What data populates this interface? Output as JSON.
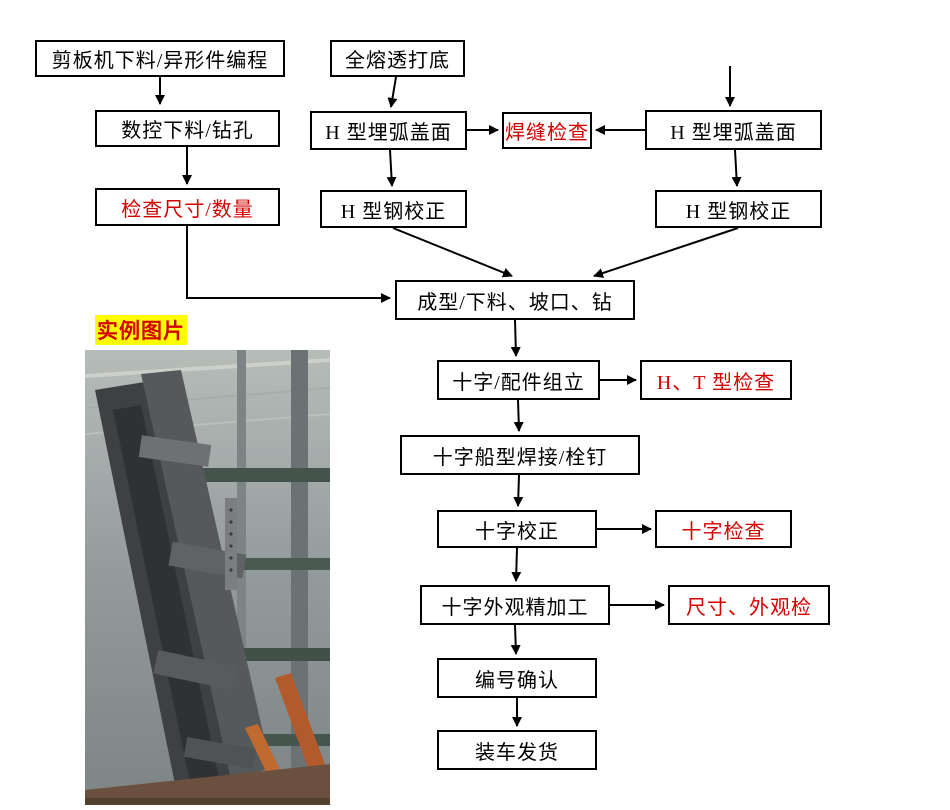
{
  "colors": {
    "process_text": "#000000",
    "inspection_text": "#d40000",
    "box_border": "#000000",
    "example_label_bg": "#ffff00",
    "example_label_text": "#d40000"
  },
  "example": {
    "label": "实例图片"
  },
  "nodes": {
    "shear": {
      "label": "剪板机下料/异形件编程",
      "type": "process"
    },
    "cnc": {
      "label": "数控下料/钻孔",
      "type": "process"
    },
    "check_size": {
      "label": "检查尺寸/数量",
      "type": "inspection"
    },
    "full_weld": {
      "label": "全熔透打底",
      "type": "process"
    },
    "h_arc_left": {
      "label": "H 型埋弧盖面",
      "type": "process"
    },
    "weld_check": {
      "label": "焊缝检查",
      "type": "inspection"
    },
    "h_arc_right": {
      "label": "H 型埋弧盖面",
      "type": "process"
    },
    "h_correct_left": {
      "label": "H 型钢校正",
      "type": "process"
    },
    "h_correct_right": {
      "label": "H 型钢校正",
      "type": "process"
    },
    "forming": {
      "label": "成型/下料、坡口、钻",
      "type": "process"
    },
    "cross_assembly": {
      "label": "十字/配件组立",
      "type": "process"
    },
    "ht_check": {
      "label": "H、T 型检查",
      "type": "inspection"
    },
    "cross_weld": {
      "label": "十字船型焊接/栓钉",
      "type": "process"
    },
    "cross_correct": {
      "label": "十字校正",
      "type": "process"
    },
    "cross_check": {
      "label": "十字检查",
      "type": "inspection"
    },
    "cross_finish": {
      "label": "十字外观精加工",
      "type": "process"
    },
    "size_check": {
      "label": "尺寸、外观检",
      "type": "inspection"
    },
    "numbering": {
      "label": "编号确认",
      "type": "process"
    },
    "shipping": {
      "label": "装车发货",
      "type": "process"
    }
  },
  "edges": [
    {
      "from": "shear",
      "to": "cnc"
    },
    {
      "from": "cnc",
      "to": "check_size"
    },
    {
      "from": "check_size",
      "to": "forming"
    },
    {
      "from": "full_weld",
      "to": "h_arc_left"
    },
    {
      "from": "h_arc_left",
      "to": "weld_check"
    },
    {
      "from": "(off-page-input)",
      "to": "h_arc_right"
    },
    {
      "from": "h_arc_right",
      "to": "weld_check"
    },
    {
      "from": "h_arc_left",
      "to": "h_correct_left"
    },
    {
      "from": "h_arc_right",
      "to": "h_correct_right"
    },
    {
      "from": "h_correct_left",
      "to": "forming"
    },
    {
      "from": "h_correct_right",
      "to": "forming"
    },
    {
      "from": "forming",
      "to": "cross_assembly"
    },
    {
      "from": "cross_assembly",
      "to": "ht_check"
    },
    {
      "from": "cross_assembly",
      "to": "cross_weld"
    },
    {
      "from": "cross_weld",
      "to": "cross_correct"
    },
    {
      "from": "cross_correct",
      "to": "cross_check"
    },
    {
      "from": "cross_correct",
      "to": "cross_finish"
    },
    {
      "from": "cross_finish",
      "to": "size_check"
    },
    {
      "from": "cross_finish",
      "to": "numbering"
    },
    {
      "from": "numbering",
      "to": "shipping"
    }
  ]
}
